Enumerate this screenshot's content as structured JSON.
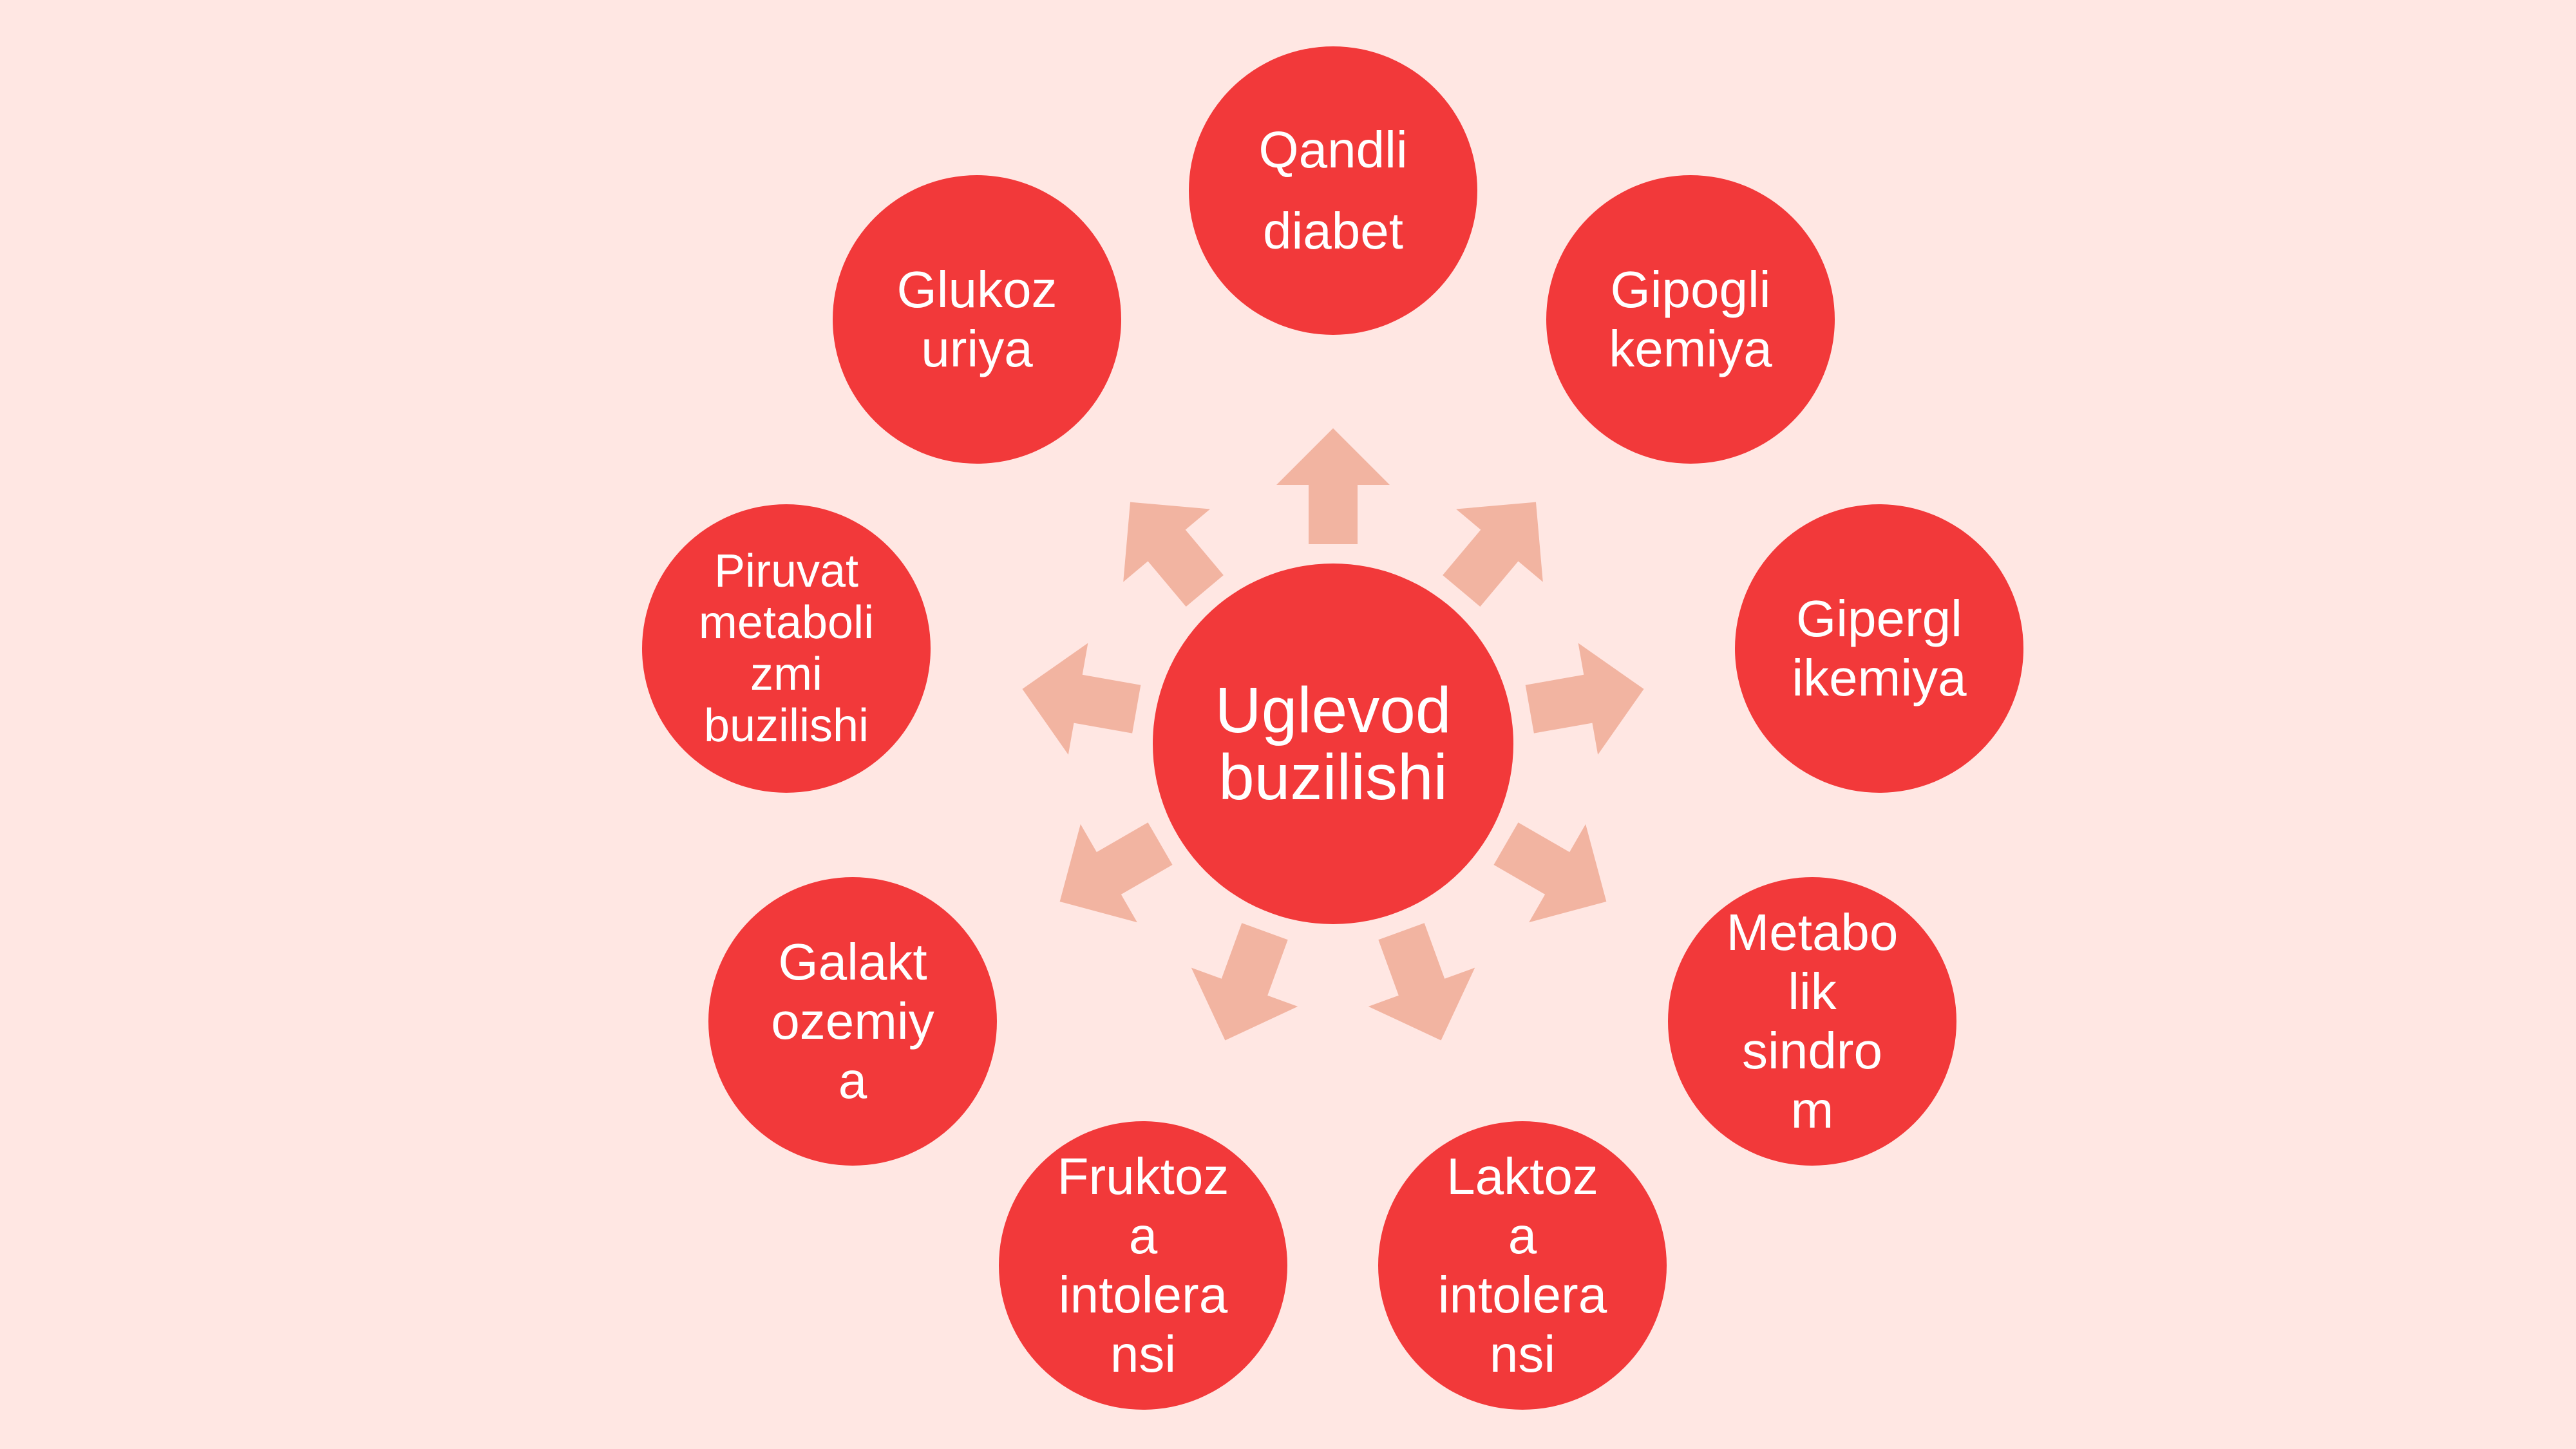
{
  "colors": {
    "background": "#ffe7e3",
    "node_fill": "#f2393a",
    "node_text": "#ffffff",
    "arrow_fill": "#f2b4a1"
  },
  "diagram": {
    "center": {
      "label": "Uglevod\nbuzilishi"
    },
    "nodes": [
      {
        "id": "qandli-diabet",
        "label": "Qandli\ndiabet"
      },
      {
        "id": "gipoglikemiya",
        "label": "Gipogli\nkemiya"
      },
      {
        "id": "giperglikemiya",
        "label": "Gipergl\nikemiya"
      },
      {
        "id": "metabolik-sindrom",
        "label": "Metabo\nlik\nsindro\nm"
      },
      {
        "id": "laktoza-intoleransi",
        "label": "Laktoz\na\nintolera\nnsi"
      },
      {
        "id": "fruktoza-intoleransi",
        "label": "Fruktoz\na\nintolera\nnsi"
      },
      {
        "id": "galaktozemiya",
        "label": "Galakt\nozemiy\na"
      },
      {
        "id": "piruvat-metabolizmi-buzilishi",
        "label": "Piruvat\nmetaboli\nzmi\nbuzilishi"
      },
      {
        "id": "glukozuriya",
        "label": "Glukoz\nuriya"
      }
    ],
    "arrows": [
      {
        "from": "center",
        "to": "qandli-diabet"
      },
      {
        "from": "center",
        "to": "gipoglikemiya"
      },
      {
        "from": "center",
        "to": "giperglikemiya"
      },
      {
        "from": "center",
        "to": "metabolik-sindrom"
      },
      {
        "from": "center",
        "to": "laktoza-intoleransi"
      },
      {
        "from": "center",
        "to": "fruktoza-intoleransi"
      },
      {
        "from": "center",
        "to": "galaktozemiya"
      },
      {
        "from": "center",
        "to": "piruvat-metabolizmi-buzilishi"
      },
      {
        "from": "center",
        "to": "glukozuriya"
      }
    ]
  }
}
